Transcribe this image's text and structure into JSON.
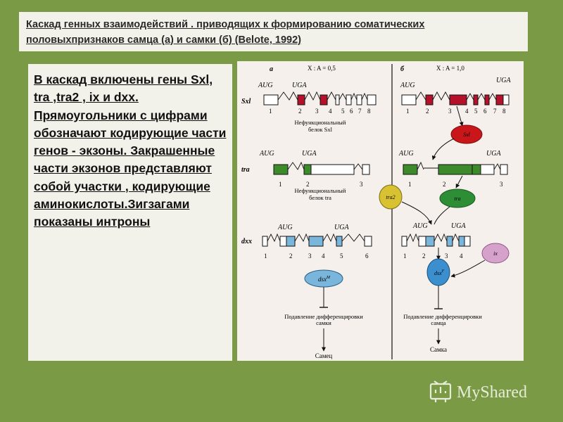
{
  "title": "Каскад  генных взаимодействий  . приводящих к формированию соматических половыхпризнаков самца (а) и самки (б) (Belote, 1992)",
  "description": "В каскад включены гены Sxl, tra ,tra2 , ix  и  dxx. Прямоугольники с цифрами обозначают кодирующие части генов - экзоны. Закрашенные части экзонов представляют собой участки , кодирующие аминокислоты.Зигзагами показаны интроны",
  "diagram": {
    "panel_a": {
      "label": "а",
      "ratio": "X : A = 0,5",
      "gene_sxl": "Sxl",
      "gene_tra": "tra",
      "gene_dxx": "dxx",
      "aug": "AUG",
      "uga": "UGA",
      "sxl_exons": [
        "1",
        "2",
        "3",
        "4",
        "5",
        "6",
        "7",
        "8"
      ],
      "tra_exons": [
        "1",
        "2",
        "3"
      ],
      "dsx_exons": [
        "1",
        "2",
        "3",
        "4",
        "5",
        "6"
      ],
      "nonfunc_sxl_1": "Нефункциональный",
      "nonfunc_sxl_2": "белок Sxl",
      "nonfunc_tra_1": "Нефункциональный",
      "nonfunc_tra_2": "белок tra",
      "dsx_protein": "dsx",
      "dsx_sup": "M",
      "suppress_1": "Подавление дифференцировки",
      "suppress_2": "самки",
      "outcome": "Самец"
    },
    "panel_b": {
      "label": "б",
      "ratio": "X : A = 1,0",
      "aug": "AUG",
      "uga": "UGA",
      "sxl_exons": [
        "1",
        "2",
        "3",
        "4",
        "5",
        "6",
        "7",
        "8"
      ],
      "tra_exons": [
        "1",
        "2",
        "3"
      ],
      "dsx_exons": [
        "1",
        "2",
        "3",
        "4"
      ],
      "sxl_protein": "Sxl",
      "tra2_protein": "tra2",
      "tra_protein": "tra",
      "ix_protein": "ix",
      "dsx_protein": "dsx",
      "dsx_sup": "F",
      "suppress_1": "Подавление дифференцировки",
      "suppress_2": "самца",
      "outcome": "Самка"
    },
    "colors": {
      "sxl_fill": "#b4122a",
      "tra_fill": "#3d8a2a",
      "dsx_fill": "#7ab6db",
      "sxl_ellipse": "#c8161a",
      "tra_ellipse": "#2e8e36",
      "tra2_ellipse": "#d8c232",
      "ix_ellipse": "#d6a2cc",
      "dsx_ellipse": "#3b8fcf"
    }
  },
  "watermark": {
    "brand": "MyShared",
    "icon": "myshared-logo-icon"
  }
}
